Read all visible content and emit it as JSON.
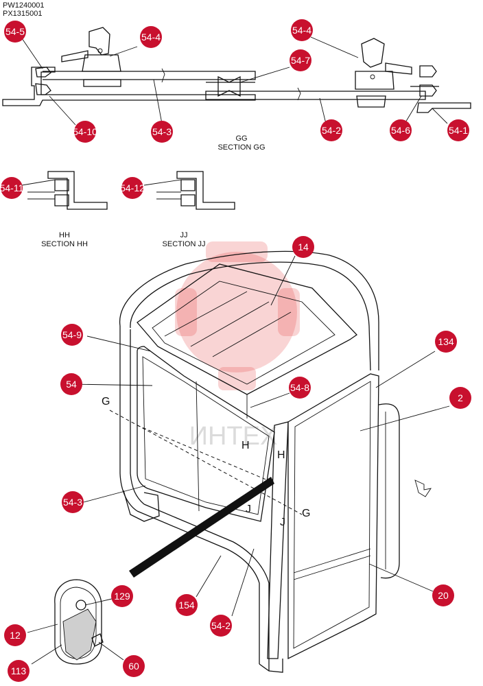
{
  "doc_codes": [
    "PW1240001",
    "PX1315001"
  ],
  "watermark": "ИНТЕХ",
  "accent_color": "#c8102e",
  "sections": {
    "gg": {
      "title": "GG",
      "subtitle": "SECTION GG"
    },
    "hh": {
      "title": "HH",
      "subtitle": "SECTION HH"
    },
    "jj": {
      "title": "JJ",
      "subtitle": "SECTION JJ"
    }
  },
  "section_marks": {
    "g1": "G",
    "g2": "G",
    "h1": "H",
    "h2": "H",
    "j1": "J",
    "j2": "J"
  },
  "callouts": [
    {
      "id": "c545",
      "label": "54-5"
    },
    {
      "id": "c544a",
      "label": "54-4"
    },
    {
      "id": "c544b",
      "label": "54-4"
    },
    {
      "id": "c547",
      "label": "54-7"
    },
    {
      "id": "c5410",
      "label": "54-10"
    },
    {
      "id": "c543a",
      "label": "54-3"
    },
    {
      "id": "c542a",
      "label": "54-2"
    },
    {
      "id": "c546",
      "label": "54-6"
    },
    {
      "id": "c541",
      "label": "54-1"
    },
    {
      "id": "c5411",
      "label": "54-11"
    },
    {
      "id": "c5412",
      "label": "54-12"
    },
    {
      "id": "c14",
      "label": "14"
    },
    {
      "id": "c549",
      "label": "54-9"
    },
    {
      "id": "c134",
      "label": "134"
    },
    {
      "id": "c54",
      "label": "54"
    },
    {
      "id": "c548",
      "label": "54-8"
    },
    {
      "id": "c2",
      "label": "2"
    },
    {
      "id": "c543b",
      "label": "54-3"
    },
    {
      "id": "c20",
      "label": "20"
    },
    {
      "id": "c129",
      "label": "129"
    },
    {
      "id": "c154",
      "label": "154"
    },
    {
      "id": "c12",
      "label": "12"
    },
    {
      "id": "c542b",
      "label": "54-2"
    },
    {
      "id": "c113",
      "label": "113"
    },
    {
      "id": "c60",
      "label": "60"
    }
  ]
}
